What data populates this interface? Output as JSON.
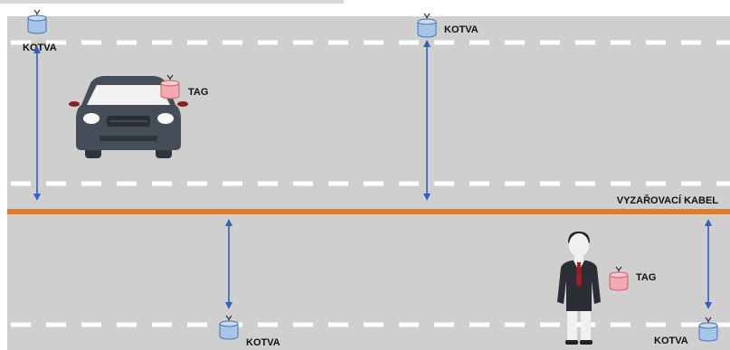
{
  "labels": {
    "anchor": "KOTVA",
    "tag": "TAG",
    "cable": "VYZAŘOVACÍ KABEL"
  },
  "icons": {
    "anchor": "anchor-antenna-icon",
    "tag": "tag-antenna-icon",
    "car": "car-icon",
    "person": "person-icon"
  },
  "colors": {
    "road": "#cfcfcf",
    "lane_marking": "#ffffff",
    "cable": "#e07b2c",
    "arrow": "#2f62b8",
    "anchor_fill": "#a8c4e8",
    "tag_fill": "#f2a9b0",
    "car_body": "#454e58",
    "person_suit": "#2b2f35"
  }
}
